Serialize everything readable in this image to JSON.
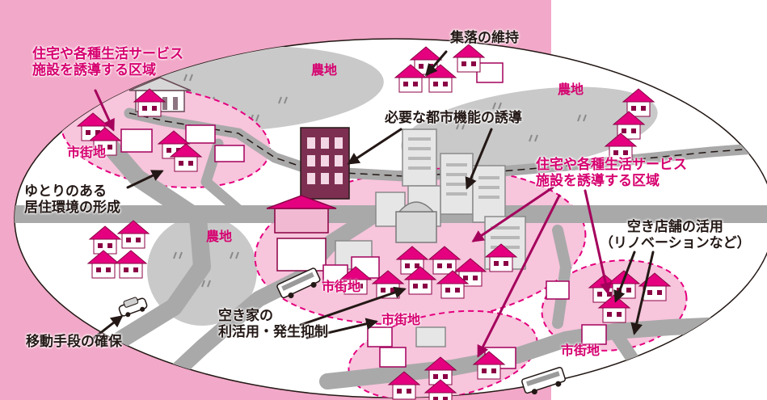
{
  "colors": {
    "background_pink": "#f2a8c8",
    "map_white": "#ffffff",
    "farm_gray": "#c9c9c9",
    "road_gray": "#a9a9a9",
    "district_pink": "#f7c5dc",
    "house_magenta": "#e4007f",
    "label_magenta": "#d6006f",
    "text_black": "#231815"
  },
  "labels": {
    "induction_area_top_left": [
      "住宅や各種生活サービス",
      "施設を誘導する区域"
    ],
    "induction_area_center_right": [
      "住宅や各種生活サービス",
      "施設を誘導する区域"
    ],
    "village_maintenance": "集落の維持",
    "urban_function_induction": "必要な都市機能の誘導",
    "spacious_living": [
      "ゆとりのある",
      "居住環境の形成"
    ],
    "vacant_store_use": [
      "空き店舗の活用",
      "（リノベーションなど）"
    ],
    "vacant_house_use": [
      "空き家の",
      "利活用・発生抑制"
    ],
    "mobility": "移動手段の確保"
  },
  "farmland_label": "農地",
  "district_label": "市街地",
  "icons": {
    "house": "house-icon",
    "building": "building-icon",
    "bus": "bus-icon",
    "car": "car-icon",
    "arrow": "arrow-icon"
  }
}
